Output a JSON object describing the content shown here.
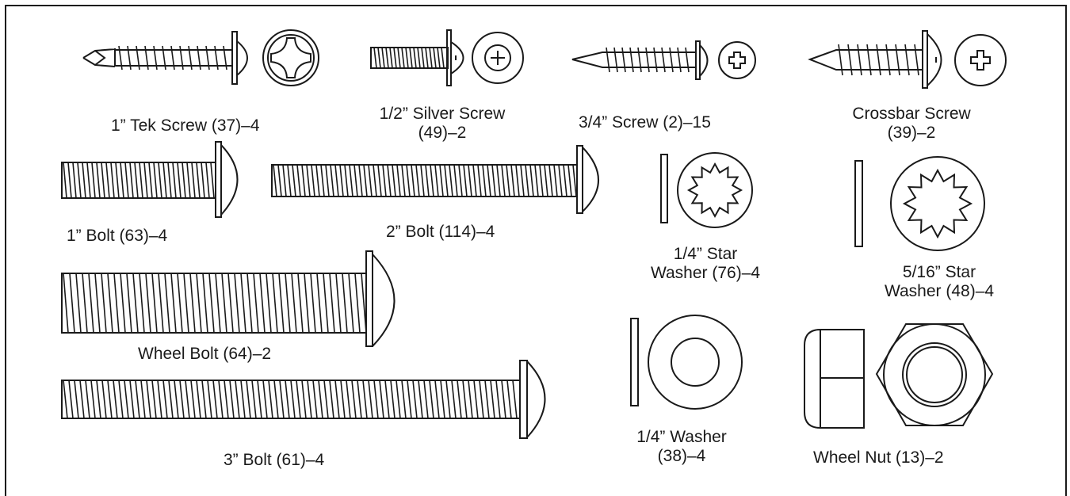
{
  "parts": {
    "tek_screw": "1” Tek Screw (37)–4",
    "silver_screw_line1": "1/2” Silver Screw",
    "silver_screw_line2": "(49)–2",
    "screw_3_4": "3/4” Screw (2)–15",
    "crossbar_line1": "Crossbar Screw",
    "crossbar_line2": "(39)–2",
    "bolt_1": "1” Bolt (63)–4",
    "bolt_2": "2” Bolt (114)–4",
    "star_washer_14_line1": "1/4” Star",
    "star_washer_14_line2": "Washer (76)–4",
    "star_washer_516_line1": "5/16” Star",
    "star_washer_516_line2": "Washer (48)–4",
    "wheel_bolt": "Wheel Bolt (64)–2",
    "washer_14_line1": "1/4” Washer",
    "washer_14_line2": "(38)–4",
    "bolt_3": "3” Bolt (61)–4",
    "wheel_nut": "Wheel Nut (13)–2"
  },
  "colors": {
    "stroke": "#1a1a1a",
    "background": "#ffffff"
  }
}
